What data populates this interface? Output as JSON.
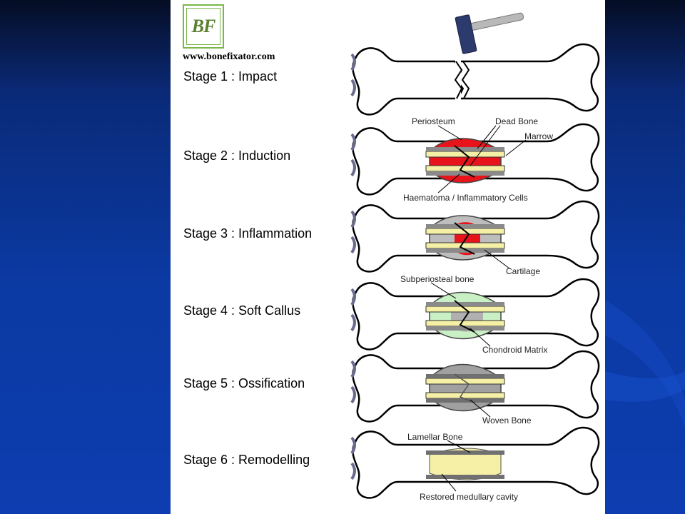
{
  "logo": {
    "text": "BF",
    "url_text": "www.bonefixator.com"
  },
  "stages": [
    {
      "label": "Stage 1 : Impact"
    },
    {
      "label": "Stage 2 : Induction"
    },
    {
      "label": "Stage 3 : Inflammation"
    },
    {
      "label": "Stage 4 : Soft Callus"
    },
    {
      "label": "Stage 5 : Ossification"
    },
    {
      "label": "Stage 6 : Remodelling"
    }
  ],
  "annotations": {
    "periosteum": "Periosteum",
    "dead_bone": "Dead Bone",
    "marrow": "Marrow",
    "haematoma": "Haematoma / Inflammatory Cells",
    "cartilage": "Cartilage",
    "subperiosteal": "Subperiosteal bone",
    "chondroid": "Chondroid Matrix",
    "woven": "Woven Bone",
    "lamellar": "Lamellar Bone",
    "restored": "Restored medullary cavity"
  },
  "colors": {
    "haematoma": "#e8141b",
    "cortex": "#f5f0a6",
    "soft_callus": "#c9f0c4",
    "woven_bone": "#a0a0a0",
    "background": "#0b3aa3",
    "logo_green": "#7ab648"
  }
}
